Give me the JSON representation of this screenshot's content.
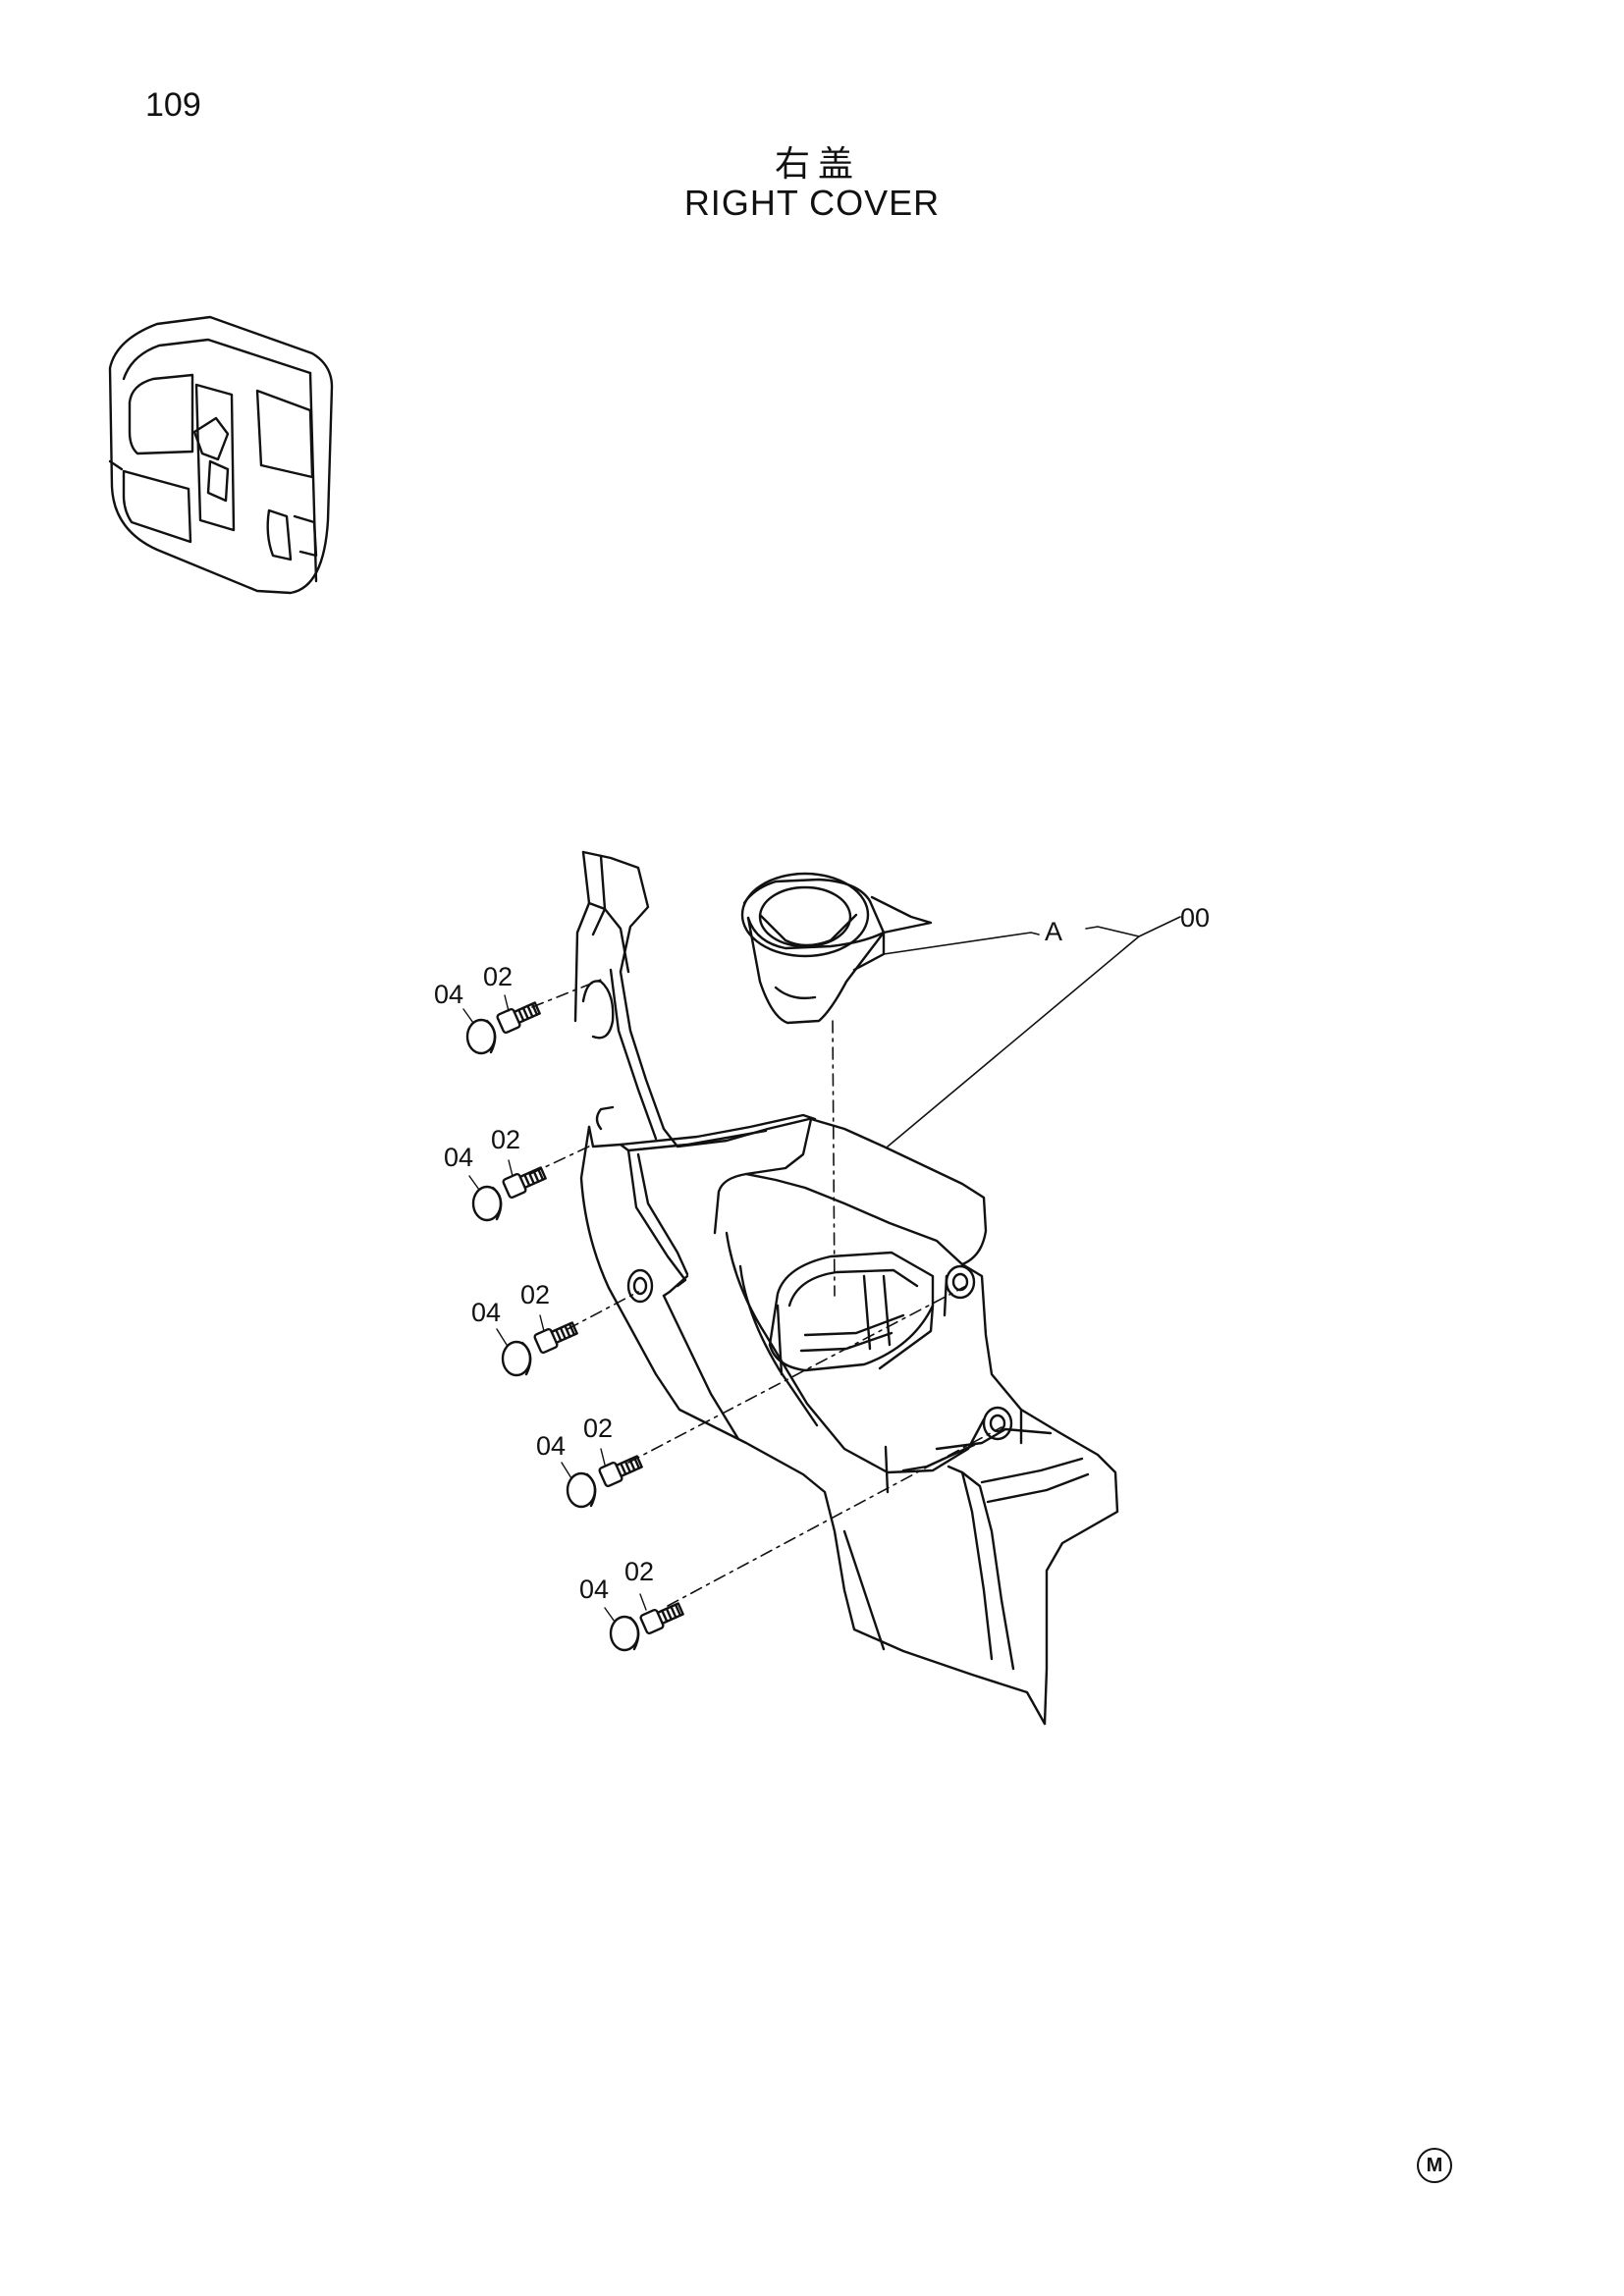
{
  "page": {
    "number": "109",
    "title_cn": "右盖",
    "title_en": "RIGHT COVER"
  },
  "callouts": {
    "main_assembly": "00",
    "cup_holder": "A",
    "bolt": "02",
    "cap": "04"
  },
  "icons": {
    "locator": "cab-locator-icon",
    "mark": "manufacturer-mark-icon"
  },
  "mark_letter": "M",
  "colors": {
    "ink": "#111111",
    "paper": "#ffffff"
  }
}
